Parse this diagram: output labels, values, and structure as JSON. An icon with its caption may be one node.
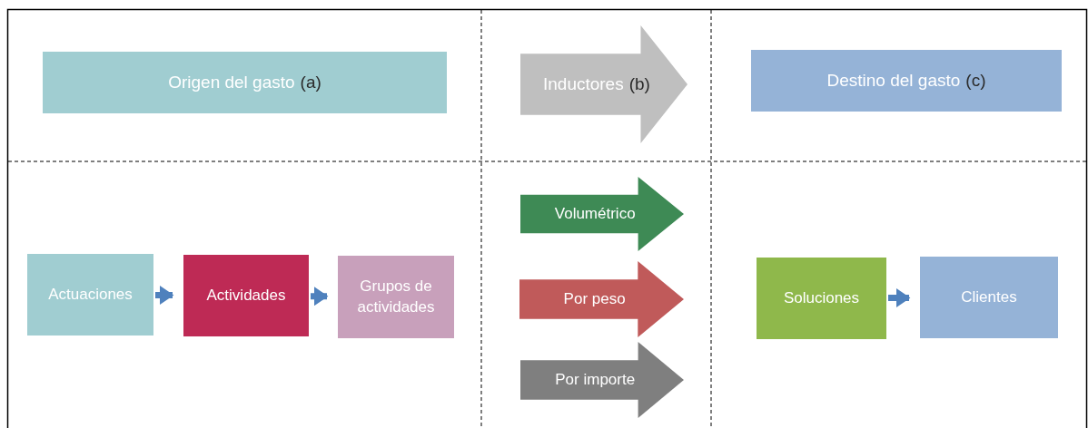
{
  "diagram": {
    "nodes": [
      {
        "text": [
          "Origen del gasto",
          "(a)"
        ]
      },
      {
        "text": [
          "Inductores",
          "(b)"
        ]
      },
      {
        "text": [
          "Destino del gasto",
          "(c)"
        ]
      },
      {
        "text": [
          "Actuaciones"
        ]
      },
      {
        "text": [
          "Actividades"
        ]
      },
      {
        "text": [
          "Grupos de actividades"
        ]
      },
      {
        "text": [
          "Volumétrico"
        ]
      },
      {
        "text": [
          "Por peso"
        ]
      },
      {
        "text": [
          "Por importe"
        ]
      },
      {
        "text": [
          "Soluciones"
        ]
      },
      {
        "text": [
          "Clientes"
        ]
      }
    ],
    "edges": [
      {
        "from": 3,
        "to": 4,
        "arrow": "to"
      },
      {
        "from": 4,
        "to": 5,
        "arrow": "to"
      },
      {
        "from": 9,
        "to": 10,
        "arrow": "to"
      }
    ]
  }
}
